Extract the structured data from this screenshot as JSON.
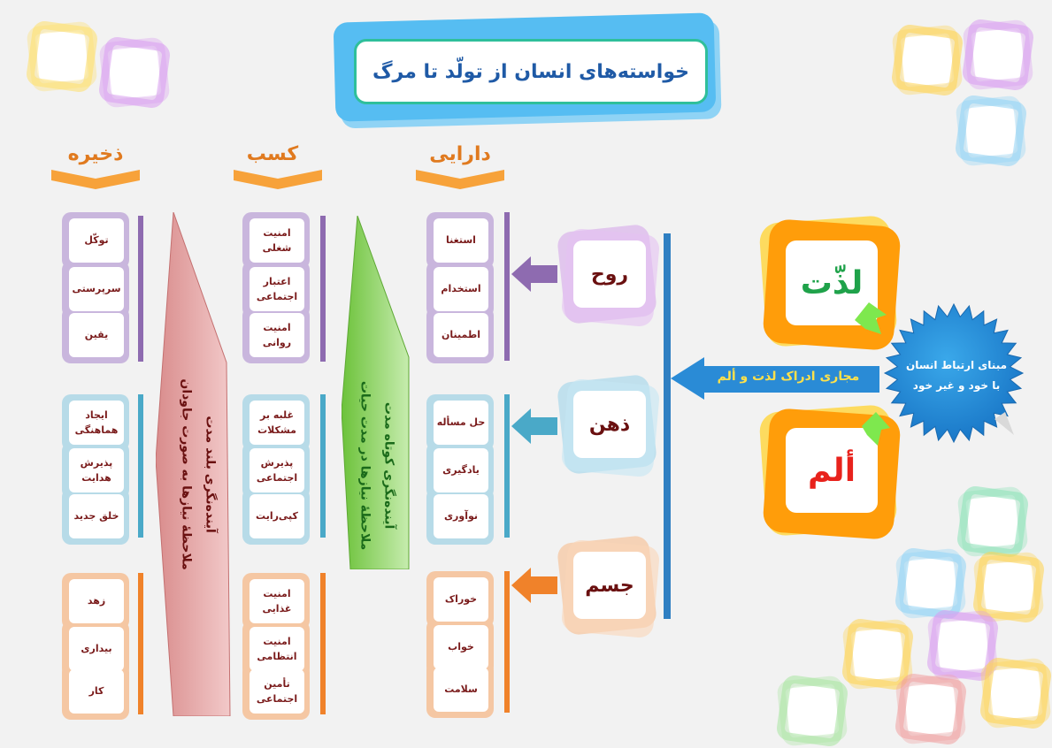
{
  "title": "خواسته‌های انسان از تولّد تا مرگ",
  "columns": {
    "zakhire": "ذخیره",
    "kasb": "کسب",
    "daraei": "دارایی"
  },
  "categories": {
    "rooh": "روح",
    "zehn": "ذهن",
    "jesm": "جسم"
  },
  "daraei_items": {
    "rooh": [
      "استغنا",
      "استخدام",
      "اطمینان"
    ],
    "zehn": [
      "حل مسأله",
      "یادگیری",
      "نوآوری"
    ],
    "jesm": [
      "خوراک",
      "خواب",
      "سلامت"
    ]
  },
  "kasb_items": {
    "rooh": [
      "امنیت شغلی",
      "اعتبار اجتماعی",
      "امنیت روانی"
    ],
    "zehn": [
      "غلبه بر مشکلات",
      "پذیرش اجتماعی",
      "کپی‌رایت"
    ],
    "jesm": [
      "امنیت غذایی",
      "امنیت انتظامی",
      "تأمین اجتماعی"
    ]
  },
  "zakhire_items": {
    "rooh": [
      "توکّل",
      "سرپرستی",
      "یقین"
    ],
    "zehn": [
      "ایجاد هماهنگی",
      "پذیرش هدایت",
      "خلق جدید"
    ],
    "jesm": [
      "زهد",
      "بیداری",
      "کار"
    ]
  },
  "arrows": {
    "short_term_line1": "آینده‌نگری کوتاه مدت",
    "short_term_line2": "ملاحظهٔ نیازها در مدت حیات",
    "long_term_line1": "آینده‌نگری بلند مدت",
    "long_term_line2": "ملاحظهٔ نیازها به صورت جاودان"
  },
  "channel_label": "مجاری ادراک لذت و ألم",
  "pleasure": "لذّت",
  "pain": "ألم",
  "seal_line1": "مبنای ارتباط انسان",
  "seal_line2": "با خود و غیر خود",
  "colors": {
    "rooh": "#8e6bb0",
    "zehn": "#4aa9c8",
    "jesm": "#f0822a",
    "pleasure": "#1fa24a",
    "pain": "#e8221c",
    "orange_header": "#e07a1f"
  }
}
